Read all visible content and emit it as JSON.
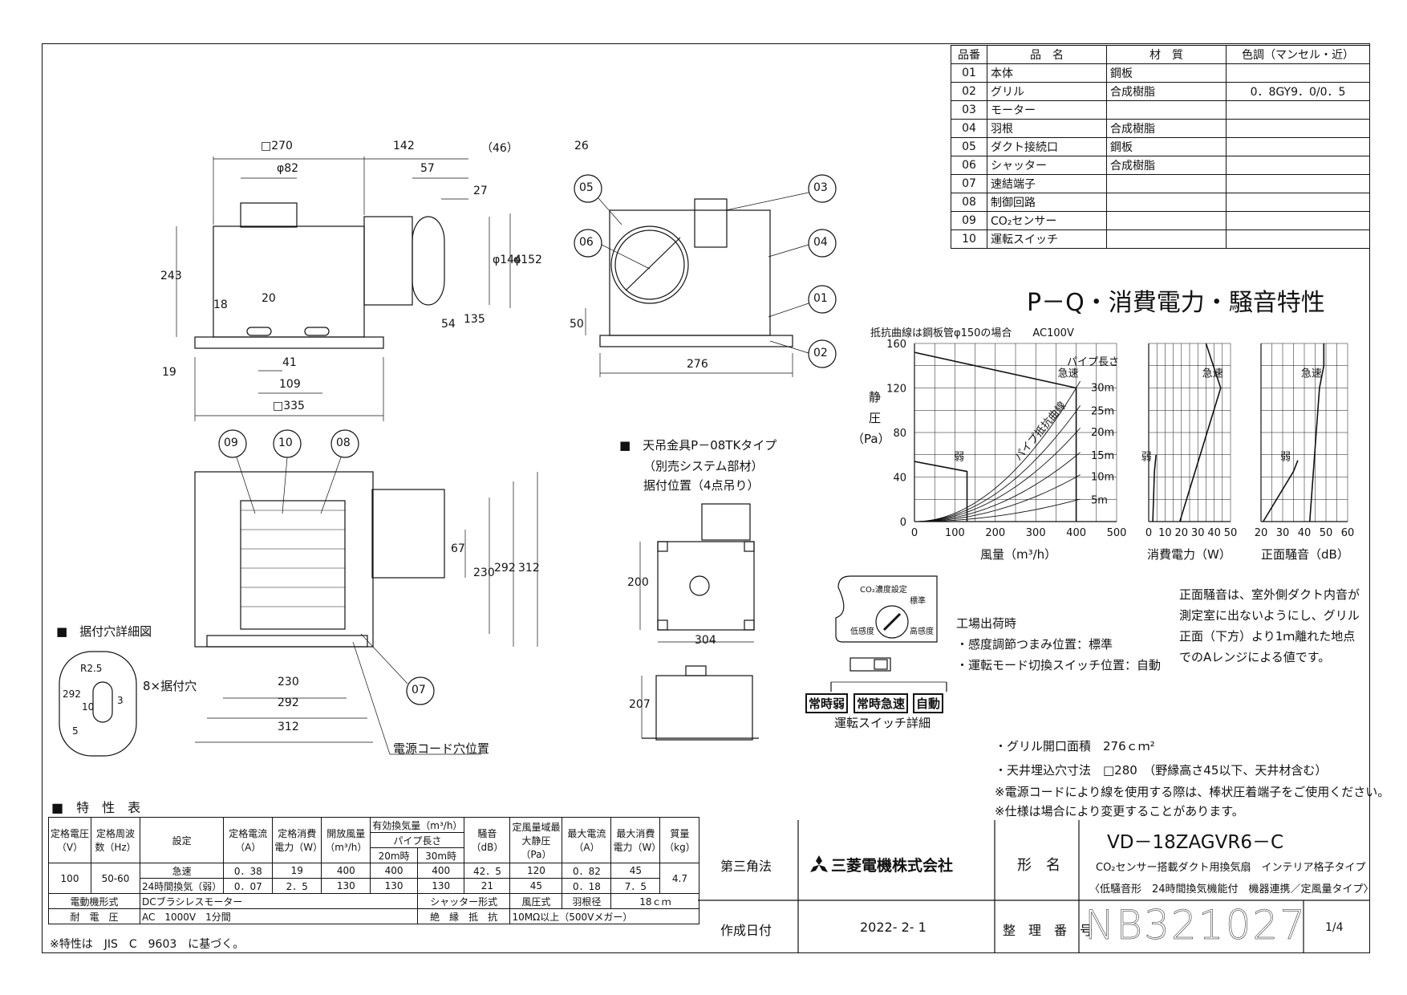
{
  "parts_table": {
    "headers": [
      "品番",
      "品　名",
      "材　質",
      "色調（マンセル・近）"
    ],
    "rows": [
      [
        "01",
        "本体",
        "鋼板",
        ""
      ],
      [
        "02",
        "グリル",
        "合成樹脂",
        "0．8GY9．0/0．5"
      ],
      [
        "03",
        "モーター",
        "",
        ""
      ],
      [
        "04",
        "羽根",
        "合成樹脂",
        ""
      ],
      [
        "05",
        "ダクト接続口",
        "鋼板",
        ""
      ],
      [
        "06",
        "シャッター",
        "合成樹脂",
        ""
      ],
      [
        "07",
        "速結端子",
        "",
        ""
      ],
      [
        "08",
        "制御回路",
        "",
        ""
      ],
      [
        "09",
        "CO₂センサー",
        "",
        ""
      ],
      [
        "10",
        "運転スイッチ",
        "",
        ""
      ]
    ]
  },
  "drawing": {
    "top_view": {
      "dims": [
        "□270",
        "142",
        "（46）",
        "φ82",
        "57",
        "27",
        "243",
        "φ144",
        "φ152",
        "18",
        "20",
        "54",
        "135",
        "19",
        "41",
        "109",
        "□335"
      ]
    },
    "side_view": {
      "dims": [
        "26",
        "50",
        "276"
      ],
      "callouts": [
        "05",
        "06",
        "03",
        "04",
        "01",
        "02"
      ]
    },
    "bottom_view": {
      "callouts": [
        "09",
        "10",
        "08",
        "07"
      ],
      "dims": [
        "67",
        "230",
        "292",
        "312",
        "230",
        "292",
        "312"
      ],
      "cord_label": "電源コード穴位置"
    },
    "hole_detail": {
      "title": "■　据付穴詳細図",
      "dims": [
        "R2.5",
        "292",
        "3",
        "10",
        "5"
      ],
      "label": "8×据付穴"
    },
    "hanger": {
      "title": "■　天吊金具P－08TKタイプ",
      "sub1": "（別売システム部材）",
      "sub2": "据付位置（4点吊り）",
      "dims": [
        "200",
        "304",
        "207"
      ]
    },
    "switch_detail": {
      "dial_title": "CO₂濃度設定",
      "dial_std": "標準",
      "dial_low": "低感度",
      "dial_high": "高感度",
      "buttons": [
        "常時弱",
        "常時急速",
        "自動"
      ],
      "caption": "運転スイッチ詳細",
      "factory_title": "工場出荷時",
      "factory_1": "・感度調節つまみ位置：標準",
      "factory_2": "・運転モード切換スイッチ位置：自動"
    }
  },
  "chart_data": {
    "type": "line",
    "title": "P－Q・消費電力・騒音特性",
    "note": "抵抗曲線は鋼板管φ150の場合　　AC100V",
    "pq": {
      "xlabel": "風量（m³/h）",
      "ylabel": [
        "静",
        "圧",
        "（Pa）"
      ],
      "xticks": [
        0,
        100,
        200,
        300,
        400,
        500
      ],
      "yticks": [
        0,
        40,
        80,
        120,
        160
      ],
      "xlim": [
        0,
        500
      ],
      "ylim": [
        0,
        160
      ],
      "series": [
        {
          "name": "急速",
          "x": [
            0,
            400,
            400
          ],
          "y": [
            152,
            120,
            0
          ]
        },
        {
          "name": "弱",
          "x": [
            0,
            130,
            130
          ],
          "y": [
            54,
            45,
            0
          ]
        }
      ],
      "resistance_title": "パイプ抵抗曲線",
      "pipe_length_label": "パイプ長さ",
      "pipe_lengths": [
        "30m",
        "25m",
        "20m",
        "15m",
        "10m",
        "5m"
      ],
      "pipe_k": [
        0.00075,
        0.00062,
        0.0005,
        0.00037,
        0.00025,
        0.00012
      ]
    },
    "power": {
      "xlabel": "消費電力（W）",
      "xticks": [
        0,
        10,
        20,
        30,
        40,
        50
      ],
      "xlim": [
        0,
        50
      ],
      "series": [
        {
          "name": "急速",
          "x": [
            19,
            44,
            35
          ],
          "y": [
            0,
            120,
            160
          ]
        },
        {
          "name": "弱",
          "x": [
            2.5,
            3.5,
            4.5
          ],
          "y": [
            0,
            45,
            60
          ]
        }
      ]
    },
    "noise": {
      "xlabel": "正面騒音（dB）",
      "xticks": [
        20,
        30,
        40,
        50,
        60
      ],
      "xlim": [
        20,
        60
      ],
      "series": [
        {
          "name": "急速",
          "x": [
            42.5,
            47,
            49,
            49
          ],
          "y": [
            0,
            120,
            140,
            160
          ]
        },
        {
          "name": "弱",
          "x": [
            21,
            35,
            37
          ],
          "y": [
            0,
            45,
            55
          ]
        }
      ]
    },
    "noise_note": [
      "正面騒音は、室外側ダクト内音が",
      "測定室に出ないようにし、グリル",
      "正面（下方）より1ｍ離れた地点",
      "でのAレンジによる値です。"
    ]
  },
  "notes": [
    "・グリル開口面積　276ｃｍ²",
    "・天井埋込穴寸法　□280　（野縁高さ45以下、天井材含む）",
    "※電源コードにより線を使用する際は、棒状圧着端子をご使用ください。",
    "※仕様は場合により変更することがあります。"
  ],
  "spec": {
    "title": "■　特　性　表",
    "h": {
      "voltage": "定格電圧（V）",
      "freq": "定格周波数（Hz）",
      "setting": "設定",
      "current": "定格電流（A）",
      "power": "定格消費電力（W）",
      "open_air": "開放風量（m³/h）",
      "eff_air": "有効換気量（m³/h）",
      "pipe": "パイプ長さ",
      "p20": "20m時",
      "p30": "30m時",
      "noise": "騒音（dB）",
      "static": "定風量域最大静圧（Pa）",
      "max_current": "最大電流（A）",
      "max_power": "最大消費電力（W）",
      "mass": "質量（kg）"
    },
    "voltage": "100",
    "freq": "50-60",
    "mass": "4.7",
    "rows": [
      [
        "急速",
        "0．38",
        "19",
        "400",
        "400",
        "400",
        "42．5",
        "120",
        "0．82",
        "45"
      ],
      [
        "24時間換気（弱）",
        "0．07",
        "2．5",
        "130",
        "130",
        "130",
        "21",
        "45",
        "0．18",
        "7．5"
      ]
    ],
    "motor_label": "電動機形式",
    "motor": "DCブラシレスモーター",
    "shutter_label": "シャッター形式",
    "shutter": "風圧式",
    "blade_label": "羽根径",
    "blade": "18ｃｍ",
    "withstand_label": "耐　電　圧",
    "withstand": "AC　1000V　1分間",
    "insulation_label": "絶　縁　抵　抗",
    "insulation": "10MΩ以上（500Vメガー）",
    "footnote": "※特性は　JIS　C　9603　に基づく。"
  },
  "title_block": {
    "projection": "第三角法",
    "company": "三菱電機株式会社",
    "model_label": "形　名",
    "model": "VD－18ZAGVR6－C",
    "desc1": "CO₂センサー搭載ダクト用換気扇　インテリア格子タイプ",
    "desc2": "〈低騒音形　24時間換気機能付　機器連携／定風量タイプ〉",
    "date_label": "作成日付",
    "date": "2022- 2- 1",
    "number_label": "整　理　番　号",
    "number": "NB321027",
    "sheet": "1/4"
  }
}
